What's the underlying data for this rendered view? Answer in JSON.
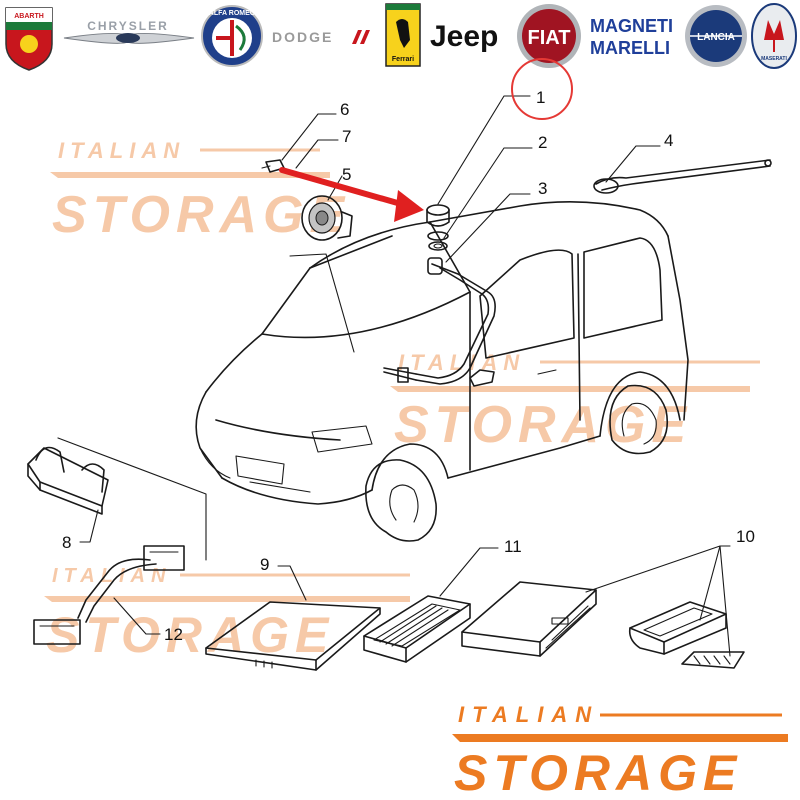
{
  "brands": {
    "abarth": "ABARTH",
    "chrysler": "CHRYSLER",
    "alfa": "ALFA ROMEO",
    "dodge": "DODGE",
    "ferrari": "Ferrari",
    "jeep": "Jeep",
    "fiat": "FIAT",
    "magneti_line1": "MAGNETI",
    "magneti_line2": "MARELLI",
    "lancia": "LANCIA",
    "maserati": "MASERATI"
  },
  "watermark": {
    "top": "ITALIAN",
    "big": "STORAGE"
  },
  "callouts": [
    "1",
    "2",
    "3",
    "4",
    "5",
    "6",
    "7",
    "8",
    "9",
    "10",
    "11",
    "12"
  ],
  "colors": {
    "watermark_light": "#f6c9a8",
    "watermark_dark": "#ec7b22",
    "arrow_red": "#e02020",
    "highlight_circle": "#e53935"
  }
}
